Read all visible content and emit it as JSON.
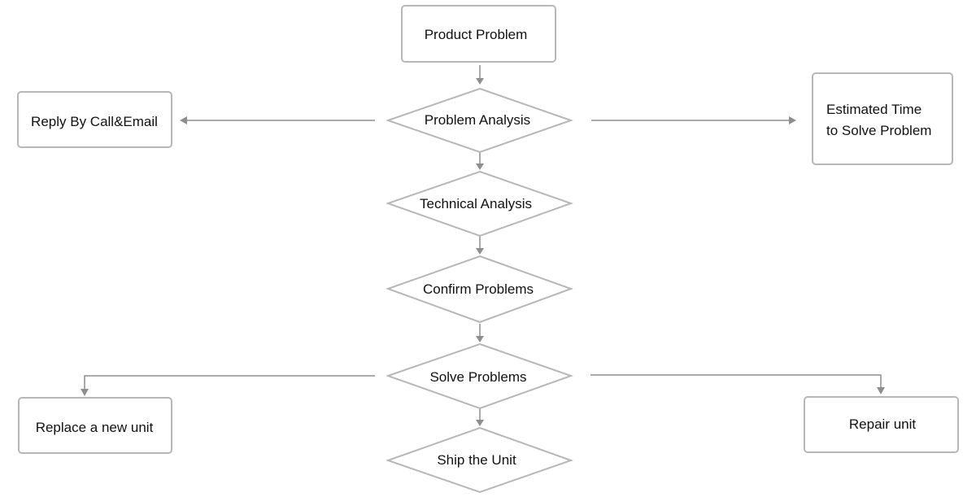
{
  "nodes": {
    "product_problem": "Product Problem",
    "problem_analysis": "Problem Analysis",
    "reply": "Reply By Call&Email",
    "estimated_time_line1": "Estimated Time",
    "estimated_time_line2": "to Solve Problem",
    "technical_analysis": "Technical Analysis",
    "confirm_problems": "Confirm Problems",
    "solve_problems": "Solve Problems",
    "replace_unit": "Replace a new unit",
    "repair_unit": "Repair unit",
    "ship_unit": "Ship the Unit"
  },
  "colors": {
    "node_border": "#b7b7b7",
    "connector": "#8e8e8e",
    "text": "#111111"
  }
}
